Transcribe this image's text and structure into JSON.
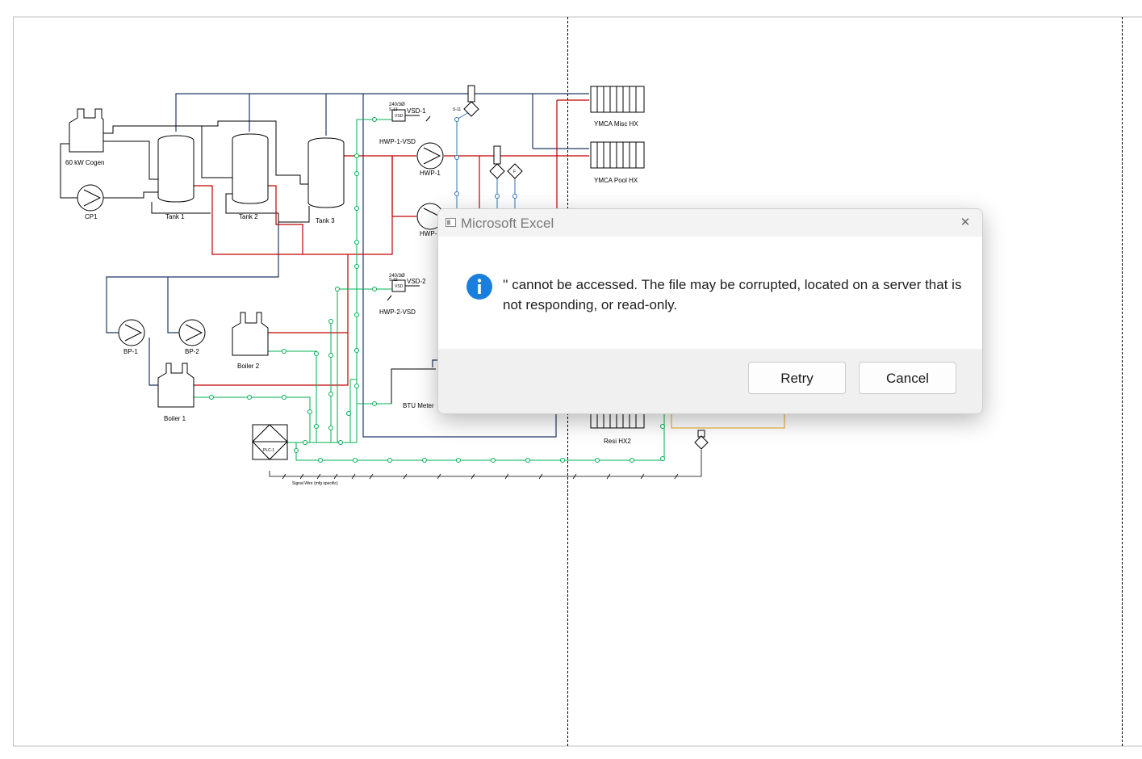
{
  "diagram": {
    "labels": {
      "cogen": "60 kW Cogen",
      "cp1": "CP1",
      "tank1": "Tank 1",
      "tank2": "Tank 2",
      "tank3": "Tank 3",
      "bp1": "BP-1",
      "bp2": "BP-2",
      "boiler1": "Boiler 1",
      "boiler2": "Boiler 2",
      "plc": "PLC-1",
      "signal_wire": "Signal Wire (mfg specific)",
      "hwp1_vsd": "HWP-1-VSD",
      "hwp2_vsd": "HWP-2-VSD",
      "hwp1": "HWP-1",
      "hwp2": "HWP-",
      "vsd1": "VSD-1",
      "vsd2": "VSD-2",
      "vsd_box": "VSD",
      "volt1": "240/3Ø",
      "volt2": "240/3Ø",
      "s13": "S-13",
      "s12": "S-12",
      "s11": "S-11",
      "flow_f": "F",
      "btu_meter": "BTU Meter",
      "ymca_misc_hx": "YMCA Misc HX",
      "ymca_pool_hx": "YMCA Pool HX",
      "resi_hx2": "Resi HX2"
    },
    "colors": {
      "supply": "#c00000",
      "return": "#1f3864",
      "signal": "#00b050",
      "sensor": "#2e75b6",
      "aux": "#e6a117"
    }
  },
  "dialog": {
    "title": "Microsoft Excel",
    "close_icon": "close-icon",
    "info_icon": "info-icon",
    "message": "'' cannot be accessed. The file may be corrupted, located on a server that is not responding, or read-only.",
    "retry_label": "Retry",
    "cancel_label": "Cancel"
  }
}
